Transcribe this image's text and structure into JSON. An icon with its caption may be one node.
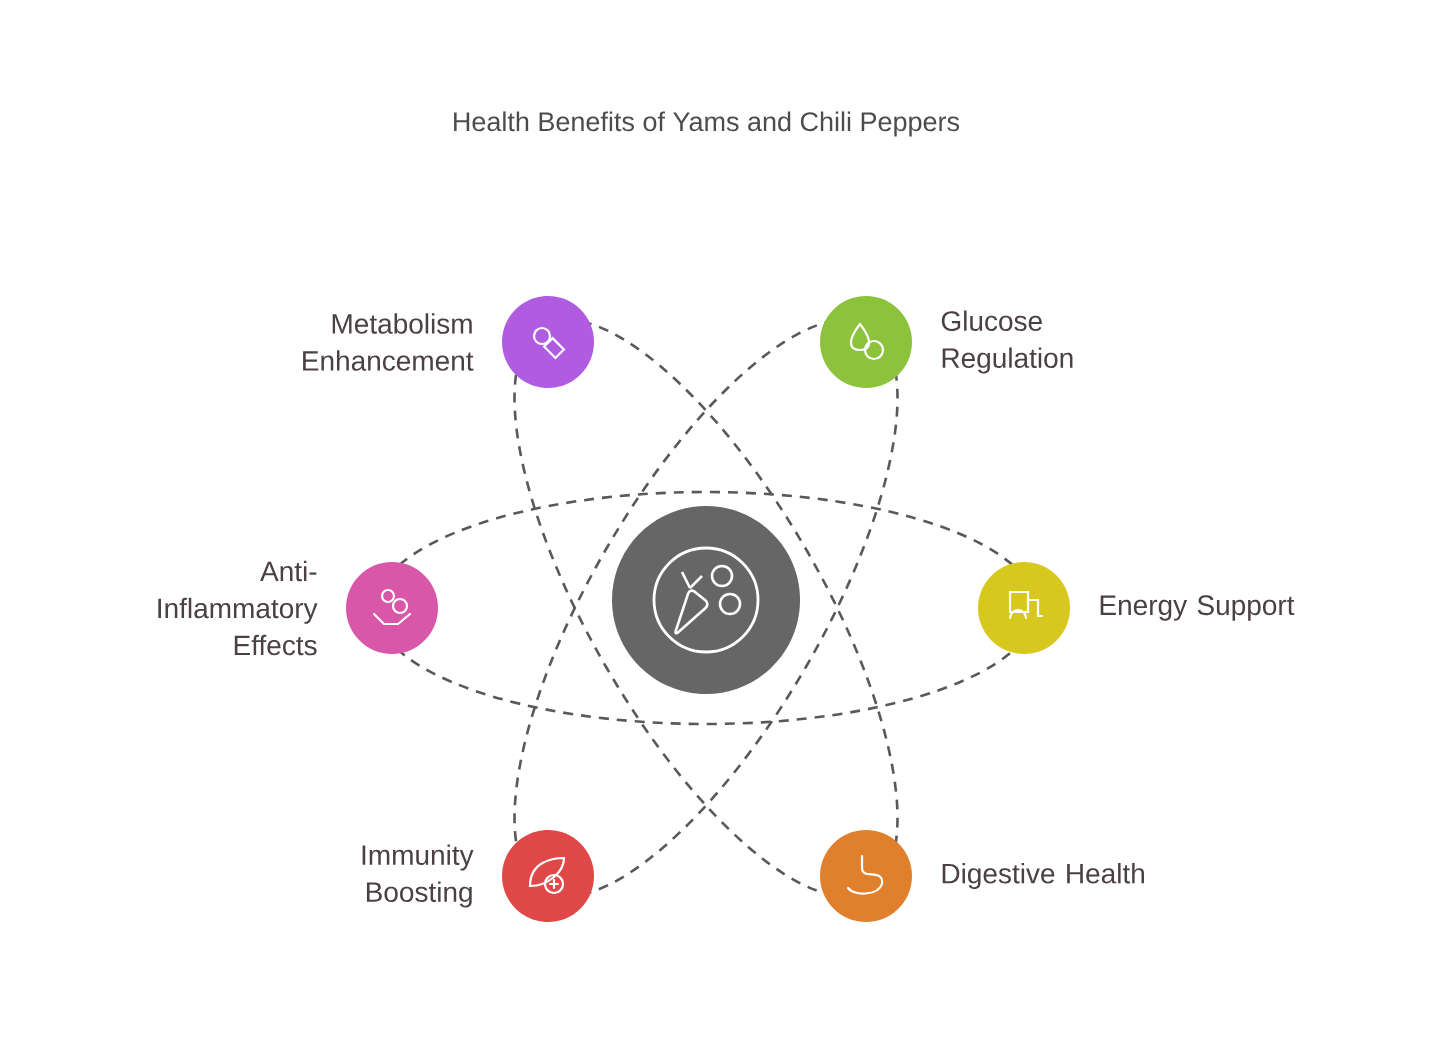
{
  "diagram": {
    "title": "Health Benefits of Yams and Chili Peppers",
    "nodes": [
      {
        "text": [],
        "shape": "circle",
        "beside": [
          "Metabolism Enhancement"
        ]
      },
      {
        "text": [],
        "shape": "circle",
        "beside": [
          "Glucose Regulation"
        ]
      },
      {
        "text": [],
        "shape": "circle",
        "beside": [
          "Anti-Inflammatory Effects"
        ]
      },
      {
        "text": [],
        "shape": "circle"
      },
      {
        "text": [],
        "shape": "circle",
        "beside": [
          "Energy Support"
        ]
      },
      {
        "text": [],
        "shape": "circle",
        "beside": [
          "Immunity Boosting"
        ]
      },
      {
        "text": [],
        "shape": "circle",
        "beside": [
          "Digestive Health"
        ]
      }
    ]
  }
}
